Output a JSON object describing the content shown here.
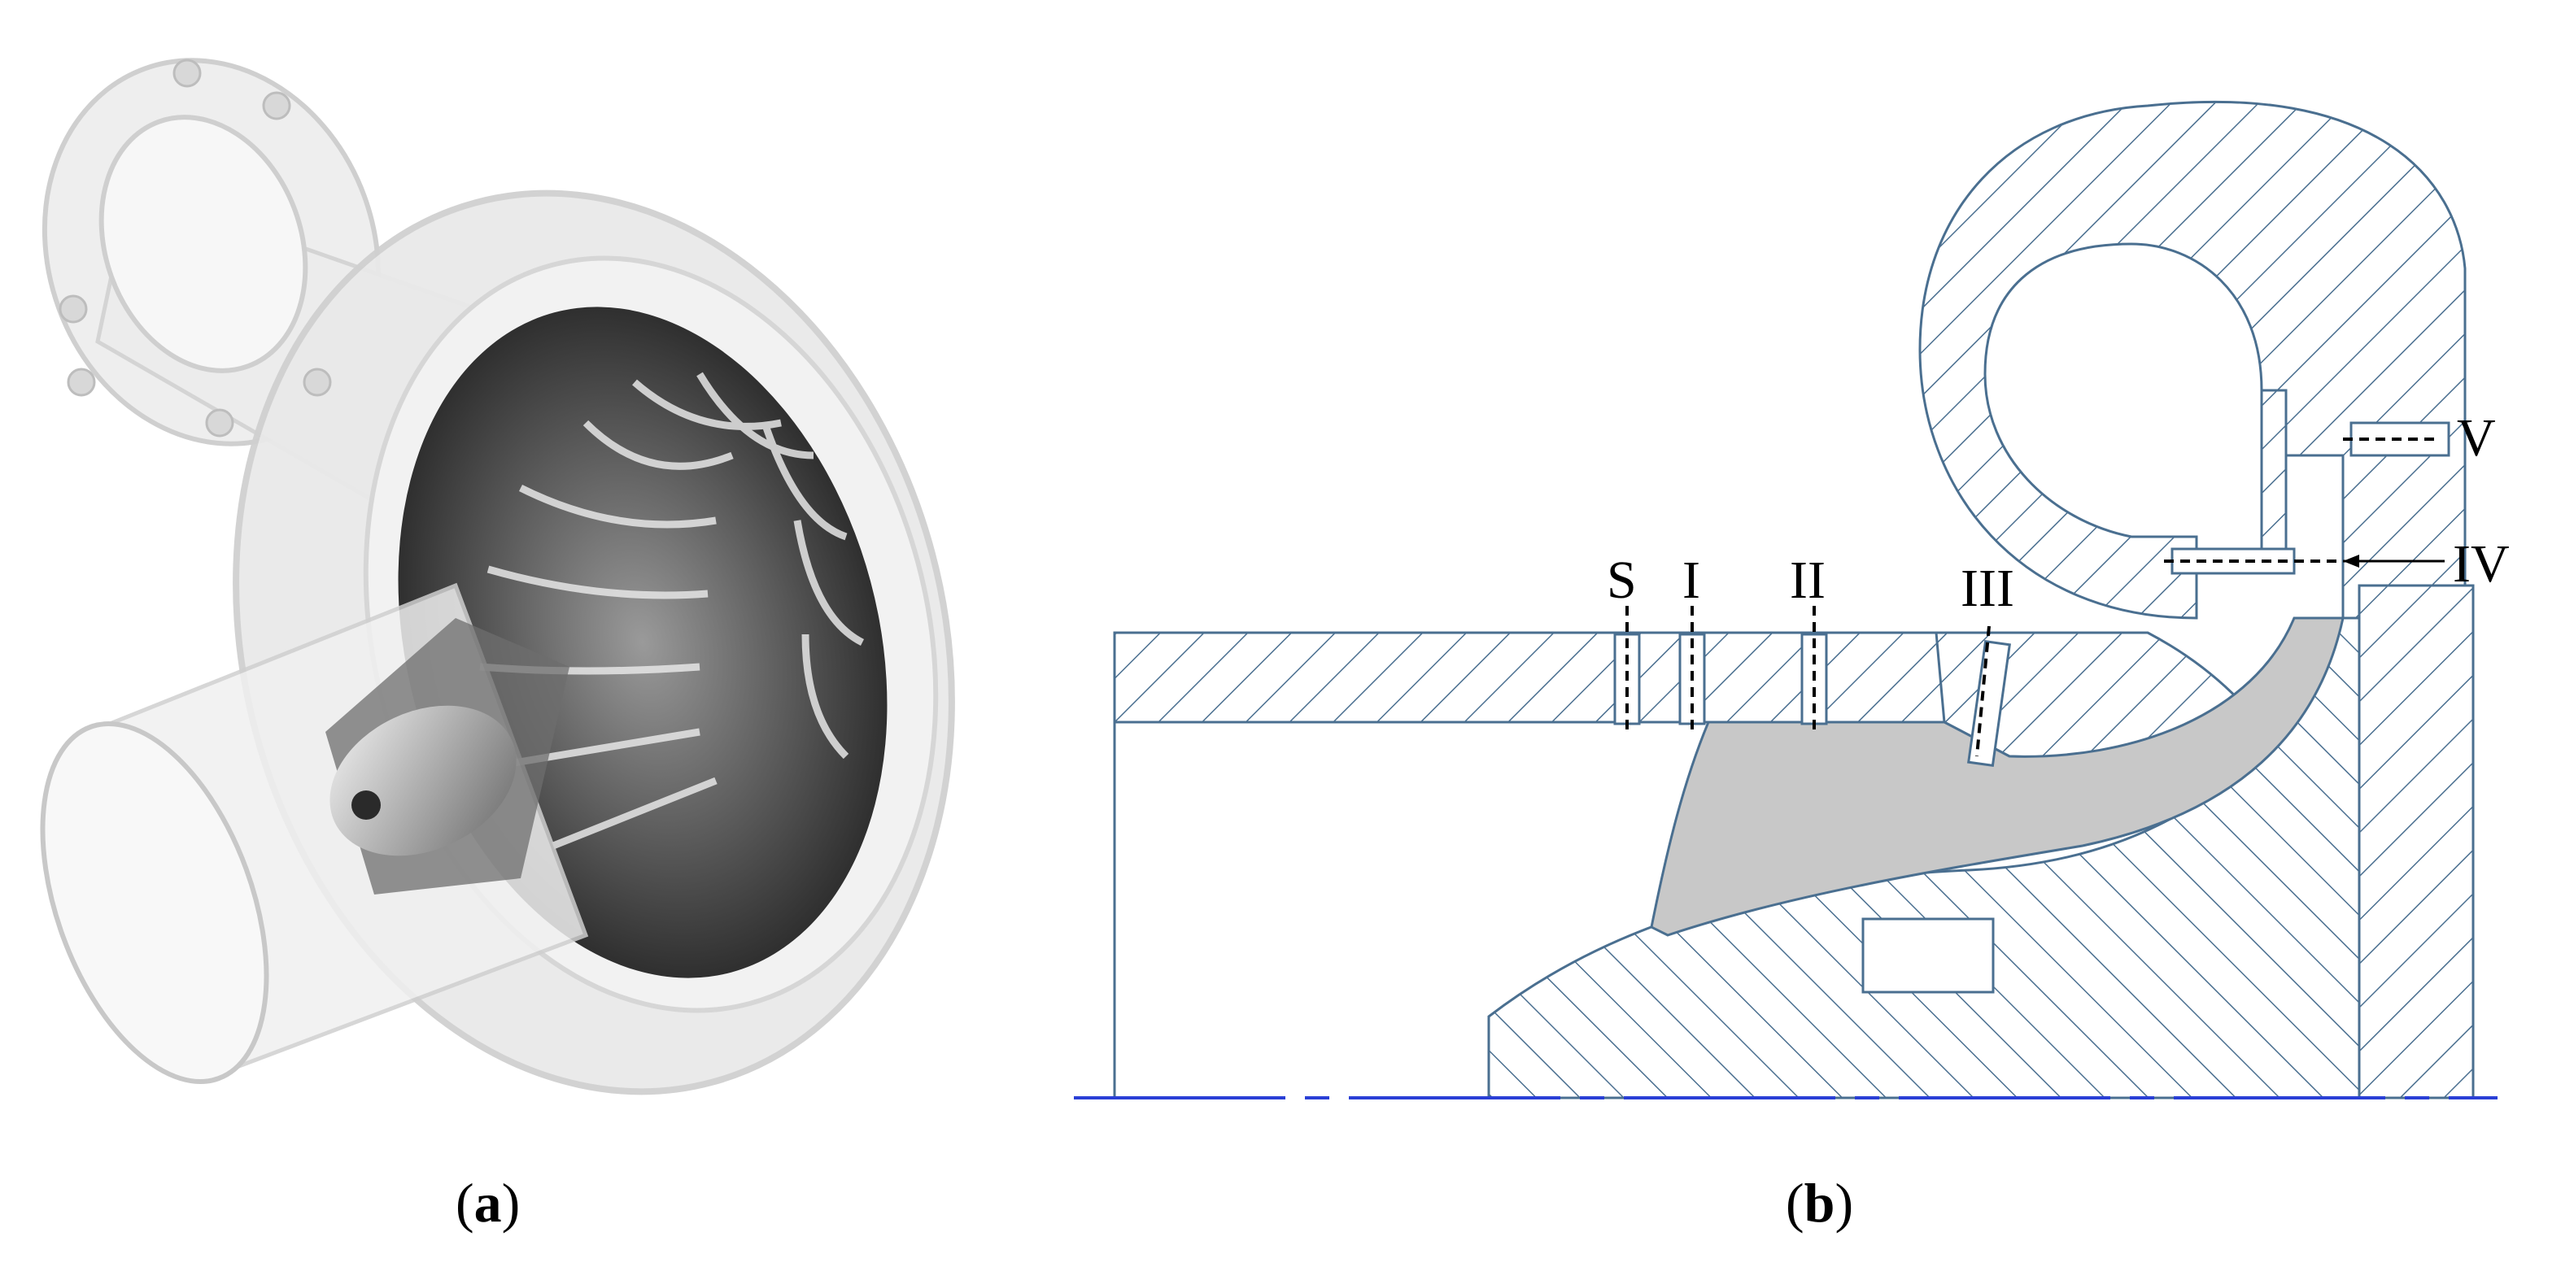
{
  "panel_a": {
    "caption_open": "(",
    "caption_letter": "a",
    "caption_close": ")"
  },
  "panel_b": {
    "caption_open": "(",
    "caption_letter": "b",
    "caption_close": ")",
    "stations": [
      "S",
      "I",
      "II",
      "III",
      "IV",
      "V"
    ]
  },
  "colors": {
    "outline": "#4a6f90",
    "axis": "#2a3fd6",
    "flow_gray": "#c8c8c8",
    "impeller_dark": "#4b4b4b",
    "casing_light": "#e9e9e9"
  }
}
